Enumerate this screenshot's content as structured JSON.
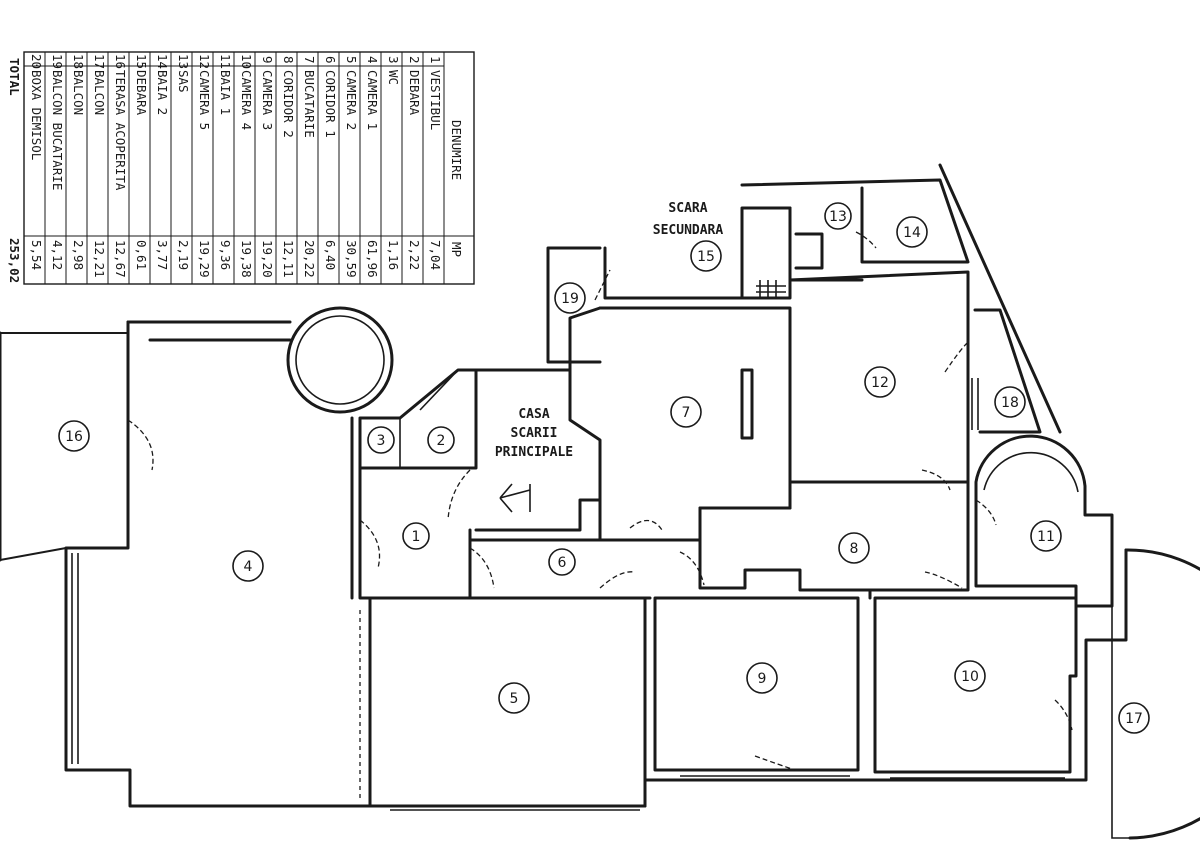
{
  "table": {
    "header_name": "DENUMIRE",
    "header_area": "MP",
    "rows": [
      {
        "nr": "1",
        "name": "VESTIBUL",
        "area": "7,04"
      },
      {
        "nr": "2",
        "name": "DEBARA",
        "area": "2,22"
      },
      {
        "nr": "3",
        "name": "WC",
        "area": "1,16"
      },
      {
        "nr": "4",
        "name": "CAMERA 1",
        "area": "61,96"
      },
      {
        "nr": "5",
        "name": "CAMERA 2",
        "area": "30,59"
      },
      {
        "nr": "6",
        "name": "CORIDOR 1",
        "area": "6,40"
      },
      {
        "nr": "7",
        "name": "BUCATARIE",
        "area": "20,22"
      },
      {
        "nr": "8",
        "name": "CORIDOR 2",
        "area": "12,11"
      },
      {
        "nr": "9",
        "name": "CAMERA 3",
        "area": "19,20"
      },
      {
        "nr": "10",
        "name": "CAMERA 4",
        "area": "19,38"
      },
      {
        "nr": "11",
        "name": "BAIA 1",
        "area": "9,36"
      },
      {
        "nr": "12",
        "name": "CAMERA 5",
        "area": "19,29"
      },
      {
        "nr": "13",
        "name": "SAS",
        "area": "2,19"
      },
      {
        "nr": "14",
        "name": "BAIA 2",
        "area": "3,77"
      },
      {
        "nr": "15",
        "name": "DEBARA",
        "area": "0,61"
      },
      {
        "nr": "16",
        "name": "TERASA ACOPERITA",
        "area": "12,67"
      },
      {
        "nr": "17",
        "name": "BALCON",
        "area": "12,21"
      },
      {
        "nr": "18",
        "name": "BALCON",
        "area": "2,98"
      },
      {
        "nr": "19",
        "name": "BALCON BUCATARIE",
        "area": "4,12"
      },
      {
        "nr": "20",
        "name": "BOXA DEMISOL",
        "area": "5,54"
      }
    ],
    "total_label": "TOTAL",
    "total_value": "253,02"
  },
  "plan": {
    "label_scara_1": "SCARA",
    "label_scara_2": "SECUNDARA",
    "label_casa_1": "CASA",
    "label_casa_2": "SCARII",
    "label_casa_3": "PRINCIPALE",
    "room_numbers": [
      "1",
      "2",
      "3",
      "4",
      "5",
      "6",
      "7",
      "8",
      "9",
      "10",
      "11",
      "12",
      "13",
      "14",
      "15",
      "16",
      "17",
      "18",
      "19"
    ]
  }
}
